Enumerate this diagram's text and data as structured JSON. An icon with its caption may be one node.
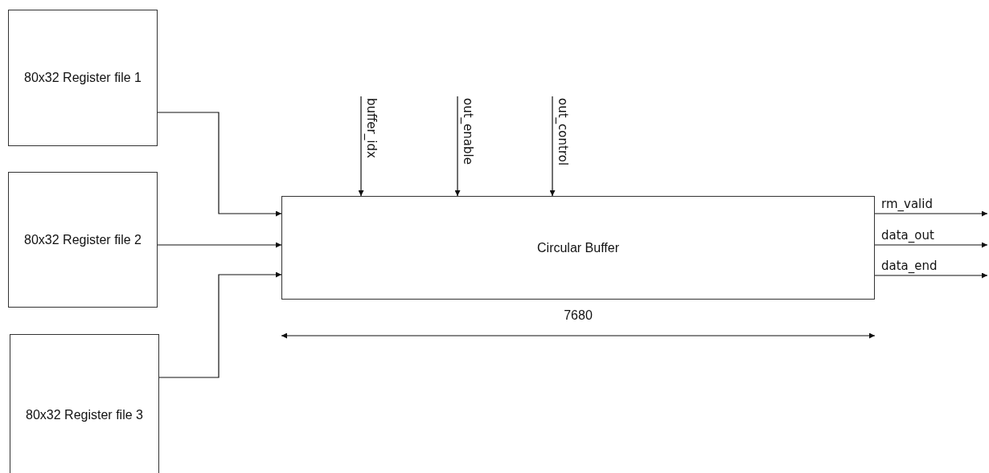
{
  "diagram": {
    "nodes": [
      {
        "text": [
          "80x32 Register file 1"
        ]
      },
      {
        "text": [
          "80x32 Register file 2"
        ]
      },
      {
        "text": [
          "80x32 Register file 3"
        ]
      },
      {
        "text": [
          "Circular Buffer"
        ]
      }
    ],
    "edges": [
      {
        "from": 0,
        "to": 3,
        "arrow": "to"
      },
      {
        "from": 1,
        "to": 3,
        "arrow": "to"
      },
      {
        "from": 2,
        "to": 3,
        "arrow": "to"
      },
      {
        "from": null,
        "to": 3,
        "arrow": "to",
        "label": "buffer_idx"
      },
      {
        "from": null,
        "to": 3,
        "arrow": "to",
        "label": "out_enable"
      },
      {
        "from": null,
        "to": 3,
        "arrow": "to",
        "label": "out_control"
      },
      {
        "from": 3,
        "to": null,
        "arrow": "to",
        "label": "rm_valid"
      },
      {
        "from": 3,
        "to": null,
        "arrow": "to",
        "label": "data_out"
      },
      {
        "from": 3,
        "to": null,
        "arrow": "to",
        "label": "data_end"
      }
    ],
    "labels": [
      "7680"
    ]
  }
}
